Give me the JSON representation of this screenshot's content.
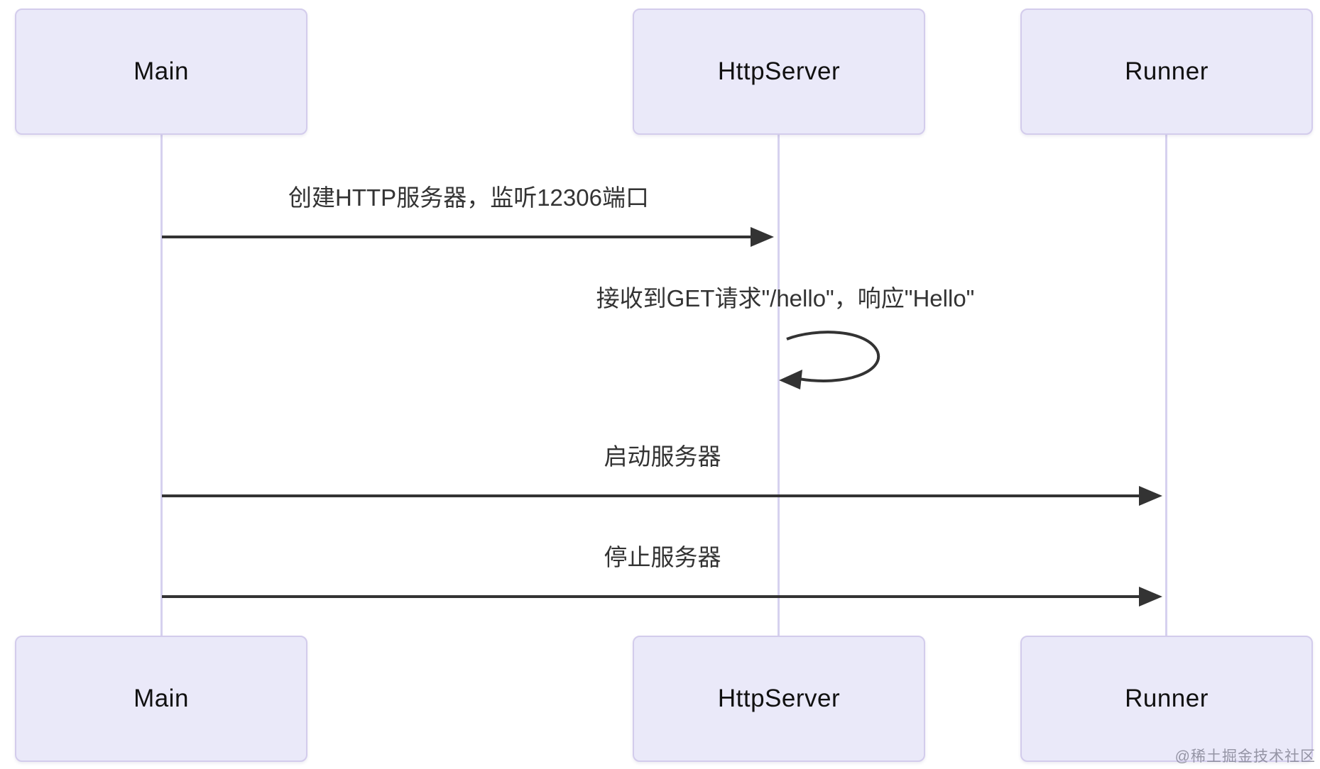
{
  "diagram": {
    "type": "sequence-diagram",
    "participants": [
      {
        "id": "main",
        "label": "Main"
      },
      {
        "id": "httpserver",
        "label": "HttpServer"
      },
      {
        "id": "runner",
        "label": "Runner"
      }
    ],
    "messages": [
      {
        "from": "Main",
        "to": "HttpServer",
        "kind": "solid-arrow",
        "label": "创建HTTP服务器，监听12306端口"
      },
      {
        "from": "HttpServer",
        "to": "HttpServer",
        "kind": "self-loop",
        "label": "接收到GET请求\"/hello\"，响应\"Hello\""
      },
      {
        "from": "Main",
        "to": "Runner",
        "kind": "solid-arrow",
        "label": "启动服务器"
      },
      {
        "from": "Main",
        "to": "Runner",
        "kind": "solid-arrow",
        "label": "停止服务器"
      }
    ],
    "colors": {
      "actor_fill": "#eae9f9",
      "actor_border": "#d3ccec",
      "lifeline": "#d6d1ef",
      "arrow": "#333333",
      "text": "#333333"
    },
    "watermark": "@稀土掘金技术社区"
  }
}
